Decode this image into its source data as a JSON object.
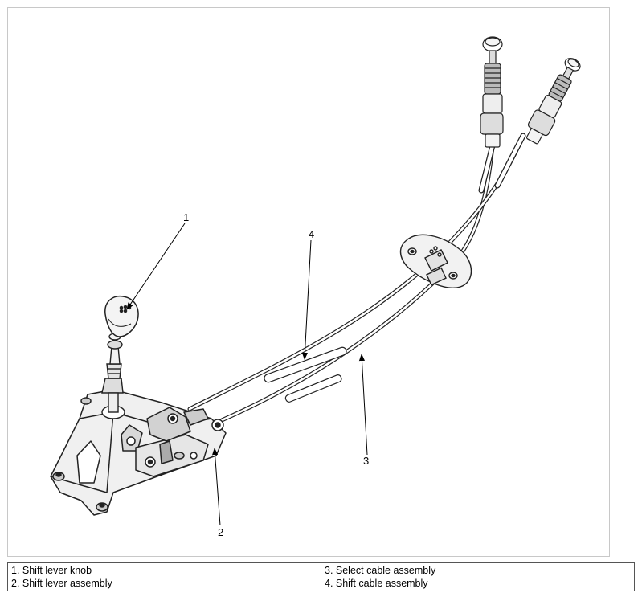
{
  "callouts": {
    "c1": "1",
    "c2": "2",
    "c3": "3",
    "c4": "4"
  },
  "legend": {
    "left": [
      "1. Shift lever knob",
      "2. Shift lever assembly"
    ],
    "right": [
      "3. Select cable assembly",
      "4. Shift cable assembly"
    ]
  }
}
